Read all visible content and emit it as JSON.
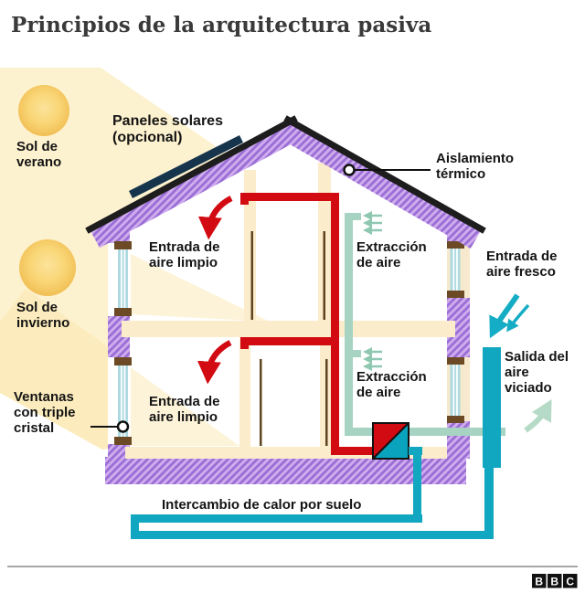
{
  "title": "Principios de la arquitectura pasiva",
  "labels": {
    "sol_verano": [
      "Sol de",
      "verano"
    ],
    "paneles_solares": [
      "Paneles solares",
      "(opcional)"
    ],
    "aislamiento": [
      "Aislamiento",
      "térmico"
    ],
    "entrada_limpio": [
      "Entrada de",
      "aire limpio"
    ],
    "extraccion": [
      "Extracción",
      "de aire"
    ],
    "entrada_fresco": [
      "Entrada de",
      "aire fresco"
    ],
    "sol_invierno": [
      "Sol de",
      "invierno"
    ],
    "salida_viciado": [
      "Salida del",
      "aire",
      "viciado"
    ],
    "ventanas": [
      "Ventanas",
      "con triple",
      "cristal"
    ],
    "intercambio": "Intercambio de calor por suelo"
  },
  "footer": {
    "logo_letters": [
      "B",
      "B",
      "C"
    ]
  },
  "icons": [
    "summer-sun-icon",
    "winter-sun-icon",
    "solar-panel-icon",
    "warm-air-arrow-icon",
    "fresh-air-arrow-icon",
    "extraction-arrow-icon",
    "exhaust-arrow-icon",
    "callout-dot-icon"
  ],
  "colors": {
    "sunbeam": "#fdf2cf",
    "sunbeam_deep": "#fbe7ae",
    "sun": "#f9d573",
    "insulation_bg": "#cfadee",
    "insulation_stripe": "#9b6ed6",
    "floor_cream": "#fbeccb",
    "supply_red": "#d20a11",
    "extract_mint": "#a6d3c2",
    "exhaust_cyan": "#12a7c1",
    "window_glass": "#add9e0",
    "window_frame": "#6b4a25",
    "roof_black": "#1d1d1d",
    "panel_navy": "#16354d",
    "text": "#141414"
  }
}
